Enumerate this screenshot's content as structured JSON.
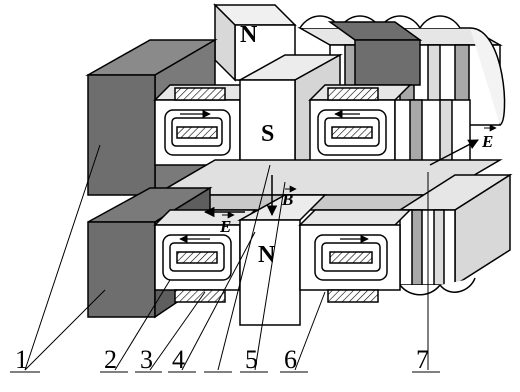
{
  "poles": {
    "top_back": "N",
    "middle_front": "S",
    "lower_front": "N"
  },
  "vectors": {
    "e_right": "E",
    "e_left": "E",
    "b_down": "B"
  },
  "callouts": [
    "1",
    "2",
    "3",
    "4",
    "5",
    "6",
    "7"
  ],
  "colors": {
    "dark_face": "#6e6e6e",
    "mid_face": "#a8a8a8",
    "light_face": "#e6e6e6",
    "stroke": "#000000"
  }
}
